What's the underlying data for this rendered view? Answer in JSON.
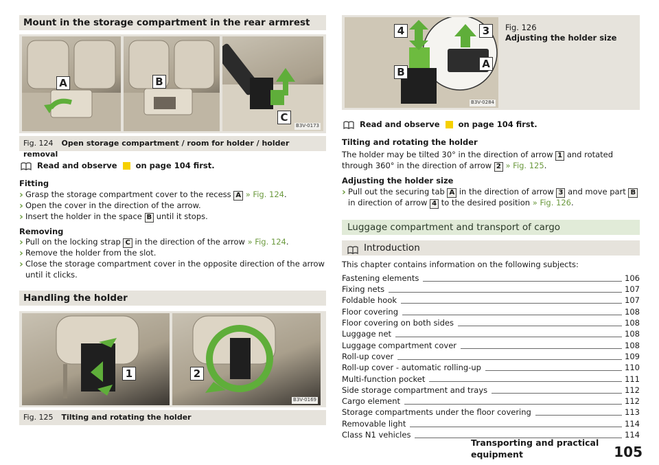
{
  "left": {
    "section1_title": "Mount in the storage compartment in the rear armrest",
    "fig124": {
      "code": "B3V-0173",
      "num": "Fig. 124",
      "caption": "Open storage compartment / room for holder / holder removal",
      "callouts": [
        "A",
        "B",
        "C"
      ]
    },
    "read_observe": {
      "pre": "Read and observe",
      "post": "on page 104 first."
    },
    "fitting": {
      "title": "Fitting",
      "steps": [
        {
          "text": "Grasp the storage compartment cover to the recess",
          "key": "A",
          "ref": "» Fig. 124",
          "end": "."
        },
        {
          "text": "Open the cover in the direction of the arrow."
        },
        {
          "text": "Insert the holder in the space",
          "key": "B",
          "end": "until it stops."
        }
      ]
    },
    "removing": {
      "title": "Removing",
      "step1_a": "Pull on the locking strap",
      "step1_key": "C",
      "step1_b": "in the direction of the arrow",
      "step1_ref": "» Fig. 124",
      "step1_end": ".",
      "step2": "Remove the holder from the slot.",
      "step3": "Close the storage compartment cover in the opposite direction of the arrow until it clicks."
    },
    "section2_title": "Handling the holder",
    "fig125": {
      "code": "B3V-0169",
      "num": "Fig. 125",
      "caption": "Tilting and rotating the holder",
      "callouts": [
        "1",
        "2"
      ]
    }
  },
  "right": {
    "fig126": {
      "code": "B3V-0284",
      "num": "Fig. 126",
      "caption": "Adjusting the holder size",
      "callouts": [
        "4",
        "3",
        "B",
        "A"
      ]
    },
    "read_observe": {
      "pre": "Read and observe",
      "post": "on page 104 first."
    },
    "tilting": {
      "title": "Tilting and rotating the holder",
      "a": "The holder may be tilted 30° in the direction of arrow",
      "key1": "1",
      "b": "and rotated through 360° in the direction of arrow",
      "key2": "2",
      "ref": "» Fig. 125",
      "end": "."
    },
    "adjusting": {
      "title": "Adjusting the holder size",
      "a": "Pull out the securing tab",
      "keyA": "A",
      "b": "in the direction of arrow",
      "key3": "3",
      "c": "and move part",
      "keyB": "B",
      "d": "in direction of arrow",
      "key4": "4",
      "e": "to the desired position",
      "ref": "» Fig. 126",
      "end": "."
    },
    "luggage_title": "Luggage compartment and transport of cargo",
    "intro_title": "Introduction",
    "intro_text": "This chapter contains information on the following subjects:",
    "toc": [
      {
        "label": "Fastening elements",
        "page": "106"
      },
      {
        "label": "Fixing nets",
        "page": "107"
      },
      {
        "label": "Foldable hook",
        "page": "107"
      },
      {
        "label": "Floor covering",
        "page": "108"
      },
      {
        "label": "Floor covering on both sides",
        "page": "108"
      },
      {
        "label": "Luggage net",
        "page": "108"
      },
      {
        "label": "Luggage compartment cover",
        "page": "108"
      },
      {
        "label": "Roll-up cover",
        "page": "109"
      },
      {
        "label": "Roll-up cover - automatic rolling-up",
        "page": "110"
      },
      {
        "label": "Multi-function pocket",
        "page": "111"
      },
      {
        "label": "Side storage compartment and trays",
        "page": "112"
      },
      {
        "label": "Cargo element",
        "page": "112"
      },
      {
        "label": "Storage compartments under the floor covering",
        "page": "113"
      },
      {
        "label": "Removable light",
        "page": "114"
      },
      {
        "label": "Class N1 vehicles",
        "page": "114"
      }
    ]
  },
  "footer": {
    "chapter": "Transporting and practical equipment",
    "page": "105"
  },
  "colors": {
    "accent_green": "#6c9a3f",
    "arrow_green": "#5fae3a",
    "warning_yellow": "#f6d000",
    "section_gray": "#e6e3dc",
    "section_green": "#e1ebd8"
  }
}
